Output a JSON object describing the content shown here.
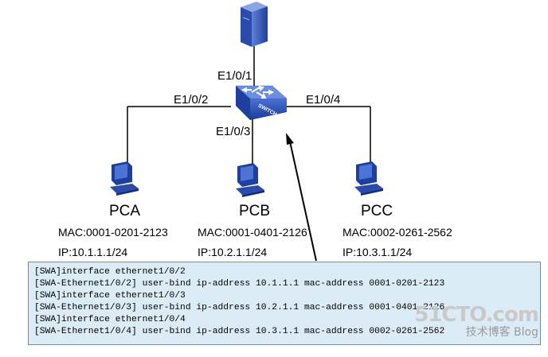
{
  "diagram": {
    "switch_label": "SWITCH",
    "ports": {
      "top": "E1/0/1",
      "left": "E1/0/2",
      "bottom": "E1/0/3",
      "right": "E1/0/4"
    },
    "pcs": [
      {
        "name": "PCA",
        "mac": "MAC:0001-0201-2123",
        "ip": "IP:10.1.1.1/24"
      },
      {
        "name": "PCB",
        "mac": "MAC:0001-0401-2126",
        "ip": "IP:10.2.1.1/24"
      },
      {
        "name": "PCC",
        "mac": "MAC:0002-0261-2562",
        "ip": "IP:10.3.1.1/24"
      }
    ]
  },
  "cli": {
    "lines": [
      "[SWA]interface ethernet1/0/2",
      "[SWA-Ethernet1/0/2] user-bind ip-address 10.1.1.1 mac-address 0001-0201-2123",
      "[SWA]interface ethernet1/0/3",
      "[SWA-Ethernet1/0/3] user-bind ip-address 10.2.1.1 mac-address 0001-0401-2126",
      "[SWA]interface ethernet1/0/4",
      "[SWA-Ethernet1/0/4] user-bind ip-address 10.3.1.1 mac-address 0002-0261-2562"
    ]
  },
  "watermark": {
    "main": "51CTO.com",
    "sub": "技术博客 Blog"
  },
  "colors": {
    "device_blue": "#1e3f9e",
    "cli_background": "#dcecf7",
    "line": "#000000"
  }
}
